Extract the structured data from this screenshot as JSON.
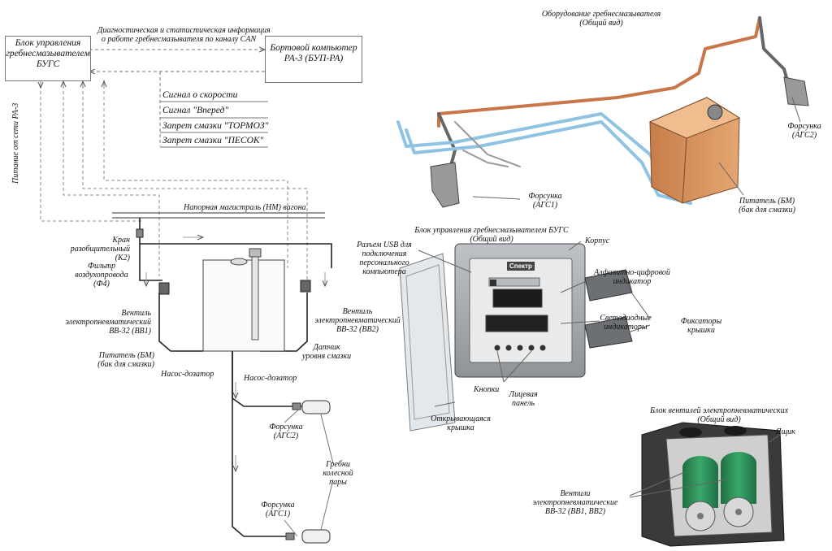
{
  "diagram": {
    "controller_box": {
      "line1": "Блок управления",
      "line2": "гребнесмазывателем",
      "line3": "БУГС"
    },
    "computer_box": {
      "line1": "Бортовой компьютер",
      "line2": "РА-3 (БУП-РА)"
    },
    "can_info": {
      "line1": "Диагностическая и статистическая информация",
      "line2": "о работе гребнесмазывателя по каналу CAN"
    },
    "signals": [
      "Сигнал о скорости",
      "Сигнал \"Вперед\"",
      "Запрет смазки \"ТОРМОЗ\"",
      "Запрет смазки \"ПЕСОК\""
    ],
    "power_label": "Питание от сети РА-3",
    "main_line": "Напорная магистраль (НМ) вагона",
    "schematic": {
      "crane": {
        "line1": "Кран",
        "line2": "разобщительный",
        "line3": "(К2)"
      },
      "filter": {
        "line1": "Фильтр",
        "line2": "воздухопровода",
        "line3": "(Ф4)"
      },
      "valve1": {
        "line1": "Вентиль",
        "line2": "электропневматический",
        "line3": "ВВ-32 (ВВ1)"
      },
      "valve2": {
        "line1": "Вентиль",
        "line2": "электропневматический",
        "line3": "ВВ-32 (ВВ2)"
      },
      "feeder": {
        "line1": "Питатель (БМ)",
        "line2": "(бак для смазки)"
      },
      "pump1": "Насос-дозатор",
      "pump2": "Насос-дозатор",
      "level_sensor": {
        "line1": "Датчик",
        "line2": "уровня смазки"
      },
      "nozzle2": {
        "line1": "Форсунка",
        "line2": "(АГС2)"
      },
      "nozzle1": {
        "line1": "Форсунка",
        "line2": "(АГС1)"
      },
      "flanges": {
        "line1": "Гребни",
        "line2": "колесной",
        "line3": "пары"
      }
    },
    "equipment": {
      "title": {
        "line1": "Оборудование гребнесмазывателя",
        "line2": "(Общий вид)"
      },
      "nozzle2": {
        "line1": "Форсунка",
        "line2": "(АГС2)"
      },
      "nozzle1": {
        "line1": "Форсунка",
        "line2": "(АГС1)"
      },
      "feeder": {
        "line1": "Питатель (БМ)",
        "line2": "(бак для смазки)"
      }
    },
    "control_unit": {
      "title": {
        "line1": "Блок управления гребнесмазывателем БУГС",
        "line2": "(Общий вид)"
      },
      "usb": {
        "line1": "Разъем USB для",
        "line2": "подключения",
        "line3": "персонального",
        "line4": "компьютера"
      },
      "body": "Корпус",
      "indicator": {
        "line1": "Алфавитно-цифровой",
        "line2": "индикатор"
      },
      "leds": {
        "line1": "Светодиодные",
        "line2": "индикаторы"
      },
      "latches": {
        "line1": "Фиксаторы",
        "line2": "крышки"
      },
      "buttons": "Кнопки",
      "front_panel": {
        "line1": "Лицевая",
        "line2": "панель"
      },
      "lid": {
        "line1": "Открывающаяся",
        "line2": "крышка"
      },
      "brand": "Спектр"
    },
    "valve_block": {
      "title": {
        "line1": "Блок вентилей электропневматических",
        "line2": "(Общий вид)"
      },
      "box": "Ящик",
      "valves": {
        "line1": "Вентили",
        "line2": "электропневматические",
        "line3": "ВВ-32 (ВВ1, ВВ2)"
      }
    },
    "colors": {
      "copper_pipe": "#c8764a",
      "blue_pipe": "#8ec3e3",
      "tank": "#d9935e",
      "valve_green": "#2e8b57",
      "box_dark": "#3a3a3a"
    }
  }
}
